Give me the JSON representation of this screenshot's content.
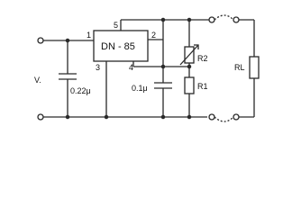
{
  "ic": {
    "label": "DN - 85",
    "pins": {
      "p1": "1",
      "p2": "2",
      "p3": "3",
      "p4": "4",
      "p5": "5"
    }
  },
  "components": {
    "r2": "R2",
    "r1": "R1",
    "rl": "RL",
    "c_in": "0.22μ",
    "c_mid": "0.1μ",
    "v_in": "V."
  },
  "colors": {
    "line": "#2a2a2a",
    "background": "#ffffff"
  }
}
